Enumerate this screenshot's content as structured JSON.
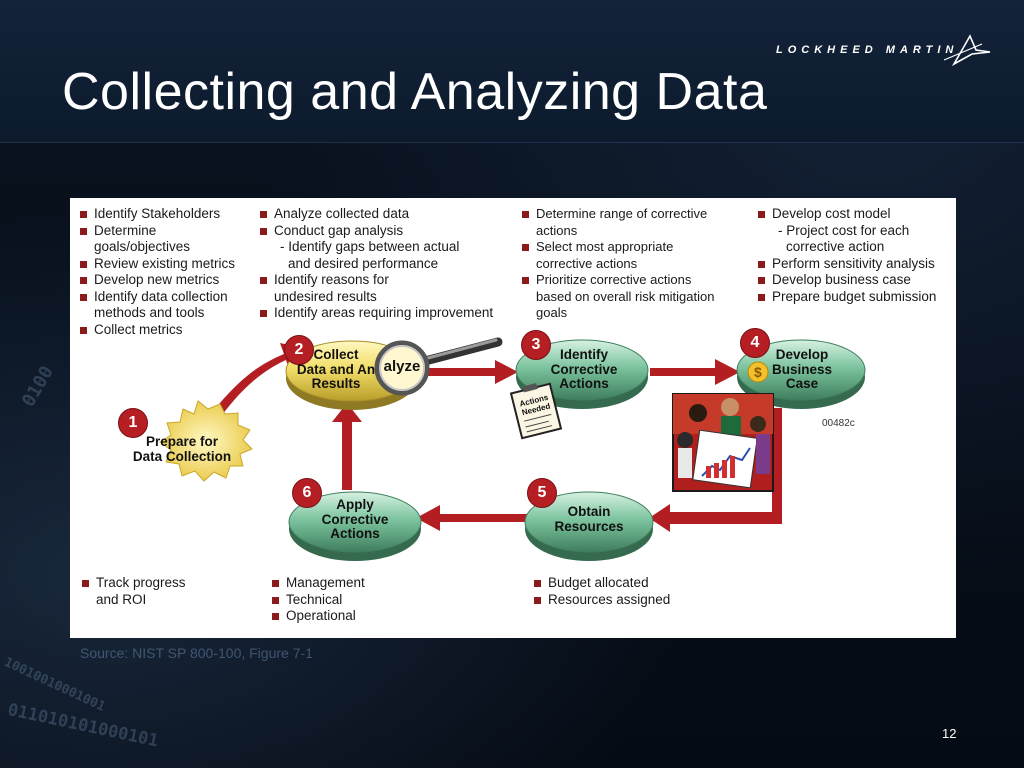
{
  "slide": {
    "title": "Collecting and Analyzing Data",
    "logo_text": "LOCKHEED MARTIN",
    "page_number": "12",
    "source": "Source: NIST SP 800-100, Figure 7-1",
    "binary_streams": [
      "0100",
      "10010010001001",
      "011010101000101"
    ]
  },
  "diagram": {
    "figure_id": "00482c",
    "colors": {
      "arrow": "#b31e23",
      "bullet": "#8b1a1a",
      "badge": "#b51f24",
      "ellipse_yellow": "#f2df69",
      "ellipse_green": "#7dc49f",
      "starburst": "#f5d84a"
    },
    "steps": [
      {
        "number": "1",
        "label": "Prepare for\nData Collection"
      },
      {
        "number": "2",
        "label": "Collect\nData and An\nResults",
        "magnifier_text": "alyze"
      },
      {
        "number": "3",
        "label": "Identify\nCorrective\nActions",
        "note": "Actions\nNeeded"
      },
      {
        "number": "4",
        "label": "Develop\nBusiness\nCase"
      },
      {
        "number": "5",
        "label": "Obtain\nResources"
      },
      {
        "number": "6",
        "label": "Apply\nCorrective\nActions"
      }
    ],
    "bullets": {
      "col1": [
        "Identify Stakeholders",
        "Determine",
        "goals/objectives",
        "Review existing metrics",
        "Develop new metrics",
        "Identify data collection",
        "methods and tools",
        "Collect metrics"
      ],
      "col2": [
        "Analyze collected data",
        "Conduct gap analysis",
        "- Identify gaps between actual",
        "and desired performance",
        "Identify reasons for",
        "undesired results",
        "Identify areas requiring improvement"
      ],
      "col3": [
        "Determine range of corrective",
        "actions",
        "Select most appropriate",
        "corrective actions",
        "Prioritize corrective actions",
        "based on overall risk mitigation",
        "goals"
      ],
      "col4": [
        "Develop cost model",
        "- Project cost for each",
        "corrective action",
        "Perform sensitivity analysis",
        "Develop business case",
        "Prepare budget submission"
      ],
      "bottom1": [
        "Track progress",
        "and ROI"
      ],
      "bottom2": [
        "Management",
        "Technical",
        "Operational"
      ],
      "bottom3": [
        "Budget allocated",
        "Resources assigned"
      ]
    }
  }
}
